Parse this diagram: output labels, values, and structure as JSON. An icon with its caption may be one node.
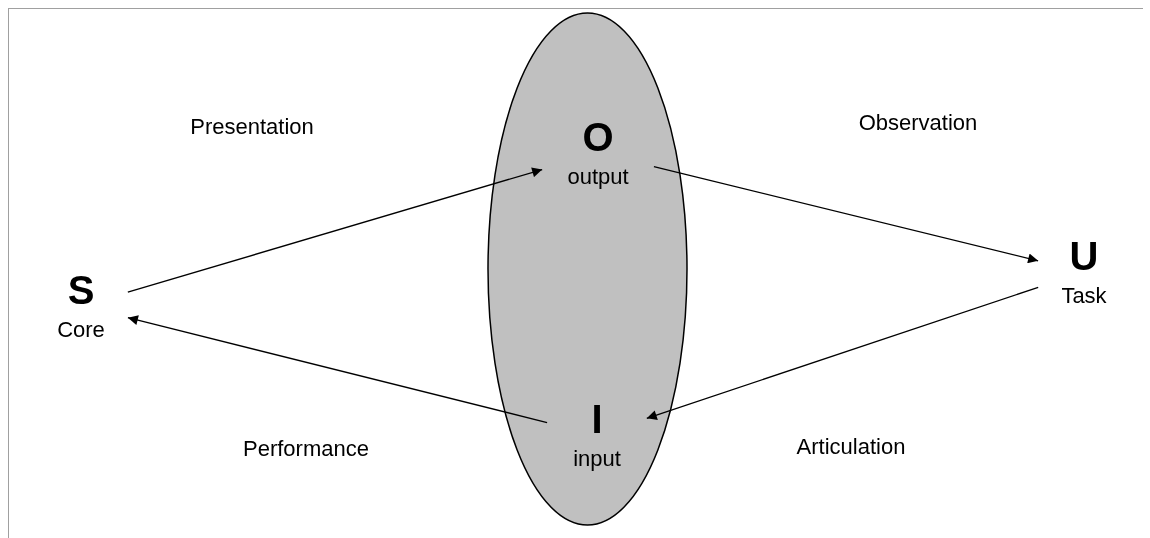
{
  "diagram": {
    "nodes": [
      {
        "text": [
          "S",
          "Core"
        ]
      },
      {
        "text": [],
        "shape": "ellipse"
      },
      {
        "text": [
          "O",
          "output"
        ],
        "in": 1
      },
      {
        "text": [
          "I",
          "input"
        ],
        "in": 1
      },
      {
        "text": [
          "U",
          "Task"
        ]
      }
    ],
    "edges": [
      {
        "from": 0,
        "to": 2,
        "arrow": "to",
        "label": "Presentation"
      },
      {
        "from": 2,
        "to": 4,
        "arrow": "to",
        "label": "Observation"
      },
      {
        "from": 4,
        "to": 3,
        "arrow": "to",
        "label": "Articulation"
      },
      {
        "from": 3,
        "to": 0,
        "arrow": "to",
        "label": "Performance"
      }
    ]
  }
}
